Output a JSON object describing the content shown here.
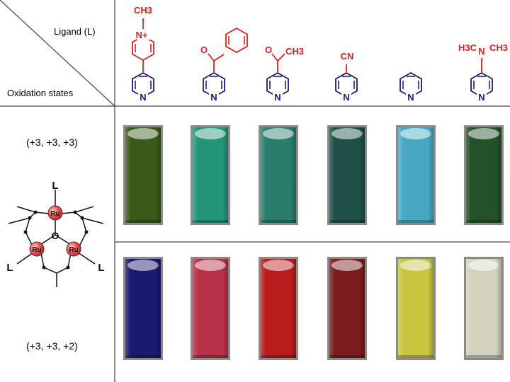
{
  "header": {
    "ligand_label": "Ligand (L)",
    "oxidation_label": "Oxidation states"
  },
  "rows": [
    {
      "oxidation_state": "(+3, +3, +3)"
    },
    {
      "oxidation_state": "(+3, +3, +2)"
    }
  ],
  "ligands": [
    {
      "icon": "4-(N-methylpyridinium)pyridine",
      "substituent_text": [
        "CH3",
        "N+"
      ],
      "vial_colors": [
        "#3a5a1a",
        "#1a1a70"
      ]
    },
    {
      "icon": "4-benzoylpyridine",
      "substituent_text": [
        "O"
      ],
      "vial_colors": [
        "#249478",
        "#b8304a"
      ]
    },
    {
      "icon": "4-acetylpyridine",
      "substituent_text": [
        "O",
        "CH3"
      ],
      "vial_colors": [
        "#2a7c6c",
        "#b81c1c"
      ]
    },
    {
      "icon": "4-cyanopyridine",
      "substituent_text": [
        "CN"
      ],
      "vial_colors": [
        "#1e5048",
        "#7a1c1c"
      ]
    },
    {
      "icon": "pyridine",
      "substituent_text": [],
      "vial_colors": [
        "#48a8c4",
        "#c8c640"
      ]
    },
    {
      "icon": "4-dimethylaminopyridine",
      "substituent_text": [
        "H3C",
        "N",
        "CH3"
      ],
      "vial_colors": [
        "#24502a",
        "#d4d2bc"
      ]
    }
  ],
  "ring_atom_label": "N",
  "cluster": {
    "icon": "triruthenium-oxo-acetate-cluster",
    "metal_label": "Ru",
    "center_label": "O",
    "ligand_label": "L"
  },
  "colors": {
    "substituent": "#dd1f1f",
    "pyridine": "#1a1a78",
    "ru_atom": "#e8575a",
    "grid_line": "#444444"
  }
}
